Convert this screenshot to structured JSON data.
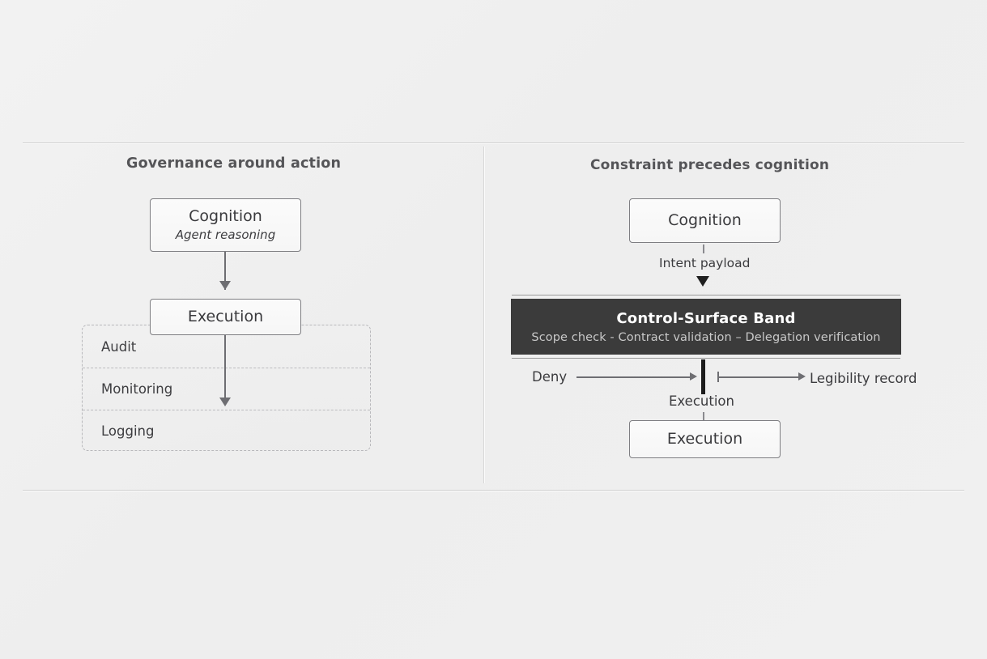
{
  "panels": {
    "left": {
      "title": "Governance around action",
      "cognition": {
        "title": "Cognition",
        "subtitle": "Agent reasoning"
      },
      "execution": {
        "title": "Execution"
      },
      "governance_rows": [
        "Audit",
        "Monitoring",
        "Logging"
      ]
    },
    "right": {
      "title": "Constraint precedes cognition",
      "cognition": {
        "title": "Cognition"
      },
      "intent_label": "Intent payload",
      "band": {
        "title": "Control-Surface Band",
        "subtitle": "Scope check - Contract validation – Delegation verification"
      },
      "deny_label": "Deny",
      "legibility_label": "Legibility record",
      "execution_edge_label": "Execution",
      "execution": {
        "title": "Execution"
      }
    }
  },
  "colors": {
    "background": "#f0f0f0",
    "band_fill": "#3b3b3b",
    "band_text": "#ffffff",
    "band_subtext": "#c9c9c9",
    "node_border": "#7e7e82",
    "connector": "#6e6e72",
    "dashed_border": "#b8b8bb",
    "rule": "#cfcfcf",
    "title_text": "#555558"
  }
}
